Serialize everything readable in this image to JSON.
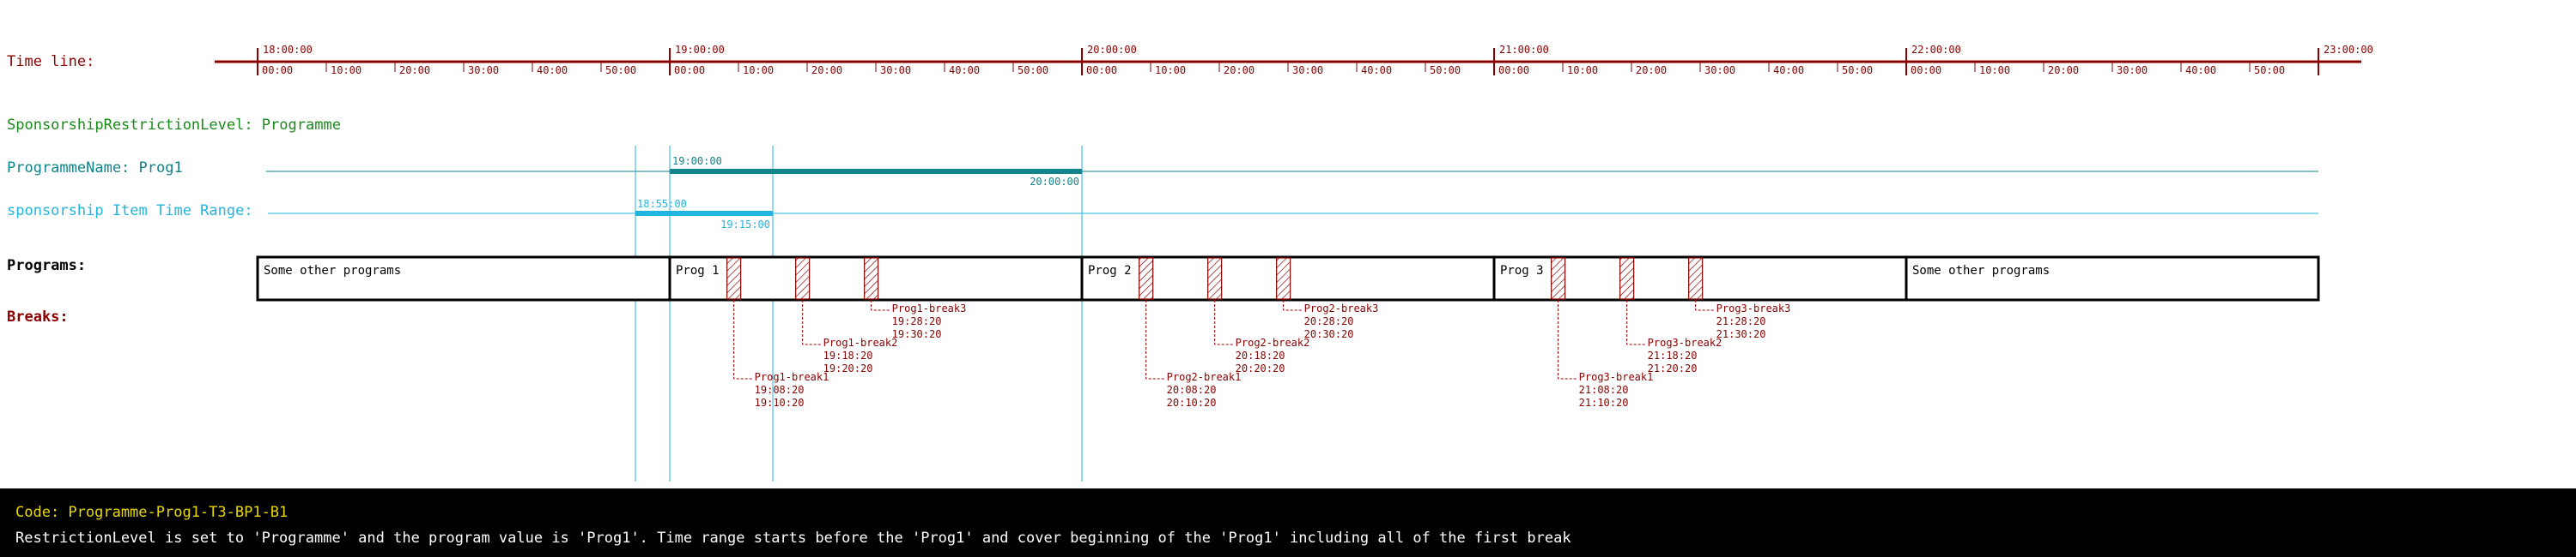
{
  "labels": {
    "timeline": "Time line:",
    "restriction_level": "SponsorshipRestrictionLevel: Programme",
    "programme_name": "ProgrammeName: Prog1",
    "sponsorship_range": "sponsorship Item Time Range:",
    "programs": "Programs:",
    "breaks": "Breaks:"
  },
  "timeline": {
    "hour_labels": [
      "18:00:00",
      "19:00:00",
      "20:00:00",
      "21:00:00",
      "22:00:00",
      "23:00:00"
    ],
    "minute_labels": [
      "00:00",
      "10:00",
      "20:00",
      "30:00",
      "40:00",
      "50:00"
    ]
  },
  "programme": {
    "start": "19:00:00",
    "end": "20:00:00"
  },
  "sponsorship": {
    "start": "18:55:00",
    "end": "19:15:00"
  },
  "programs": [
    {
      "name": "Some other programs",
      "start": "18:00:00",
      "end": "19:00:00"
    },
    {
      "name": "Prog 1",
      "start": "19:00:00",
      "end": "20:00:00"
    },
    {
      "name": "Prog 2",
      "start": "20:00:00",
      "end": "21:00:00"
    },
    {
      "name": "Prog 3",
      "start": "21:00:00",
      "end": "22:00:00"
    },
    {
      "name": "Some other programs",
      "start": "22:00:00",
      "end": "23:00:00"
    }
  ],
  "breaks": [
    {
      "name": "Prog1-break1",
      "start": "19:08:20",
      "end": "19:10:20"
    },
    {
      "name": "Prog1-break2",
      "start": "19:18:20",
      "end": "19:20:20"
    },
    {
      "name": "Prog1-break3",
      "start": "19:28:20",
      "end": "19:30:20"
    },
    {
      "name": "Prog2-break1",
      "start": "20:08:20",
      "end": "20:10:20"
    },
    {
      "name": "Prog2-break2",
      "start": "20:18:20",
      "end": "20:20:20"
    },
    {
      "name": "Prog2-break3",
      "start": "20:28:20",
      "end": "20:30:20"
    },
    {
      "name": "Prog3-break1",
      "start": "21:08:20",
      "end": "21:10:20"
    },
    {
      "name": "Prog3-break2",
      "start": "21:18:20",
      "end": "21:20:20"
    },
    {
      "name": "Prog3-break3",
      "start": "21:28:20",
      "end": "21:30:20"
    }
  ],
  "colors": {
    "timeline": "#8b0000",
    "level": "#1a8a1a",
    "programme": "#11838a",
    "sponsorship": "#22b4e0",
    "breaks": "#8b0000",
    "footer_code": "#e8d800"
  },
  "footer": {
    "code": "Code: Programme-Prog1-T3-BP1-B1",
    "description": "RestrictionLevel is set to 'Programme' and the program value is 'Prog1'. Time range starts before the 'Prog1' and cover beginning of the 'Prog1' including all of the first break"
  }
}
